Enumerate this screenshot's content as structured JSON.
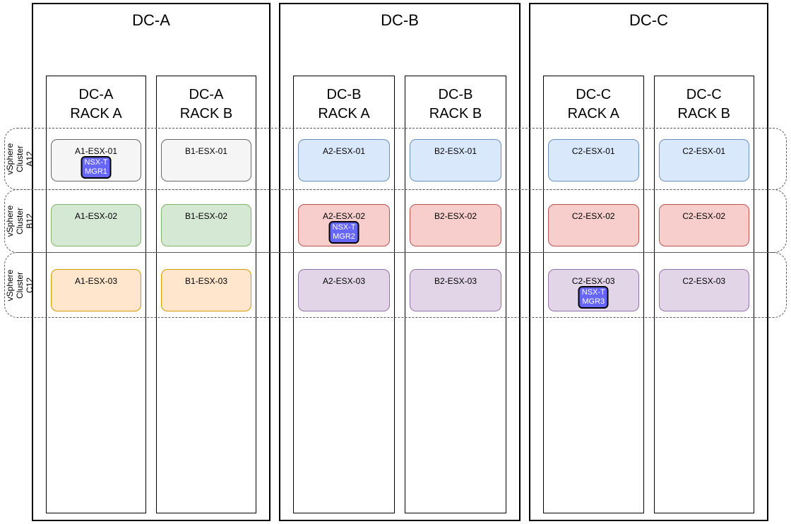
{
  "palette": {
    "host_gray": {
      "fill": "#F5F5F5",
      "stroke": "#666666"
    },
    "host_green": {
      "fill": "#D5E8D4",
      "stroke": "#82B366"
    },
    "host_orange": {
      "fill": "#FFE6CC",
      "stroke": "#D79B00"
    },
    "host_blue": {
      "fill": "#DAE8FC",
      "stroke": "#6C8EBF"
    },
    "host_red": {
      "fill": "#F8CECC",
      "stroke": "#B85450"
    },
    "host_purple": {
      "fill": "#E1D5E7",
      "stroke": "#9673A6"
    },
    "badge_fill": "#6666FF",
    "badge_text_color": "#FFFFFF",
    "line_color": "#000000"
  },
  "clusters": [
    {
      "line1": "vSphere",
      "line2": "Cluster",
      "line3": "A12"
    },
    {
      "line1": "vSphere",
      "line2": "Cluster",
      "line3": "B12"
    },
    {
      "line1": "vSphere",
      "line2": "Cluster",
      "line3": "C12"
    }
  ],
  "dcs": [
    {
      "title": "DC-A",
      "racks": [
        {
          "title_line1": "DC-A",
          "title_line2": "RACK A",
          "hosts": [
            {
              "label": "A1-ESX-01",
              "color": "gray",
              "badge": {
                "line1": "NSX-T",
                "line2": "MGR1"
              }
            },
            {
              "label": "A1-ESX-02",
              "color": "green"
            },
            {
              "label": "A1-ESX-03",
              "color": "orange"
            }
          ]
        },
        {
          "title_line1": "DC-A",
          "title_line2": "RACK B",
          "hosts": [
            {
              "label": "B1-ESX-01",
              "color": "gray"
            },
            {
              "label": "B1-ESX-02",
              "color": "green"
            },
            {
              "label": "B1-ESX-03",
              "color": "orange"
            }
          ]
        }
      ]
    },
    {
      "title": "DC-B",
      "racks": [
        {
          "title_line1": "DC-B",
          "title_line2": "RACK A",
          "hosts": [
            {
              "label": "A2-ESX-01",
              "color": "blue"
            },
            {
              "label": "A2-ESX-02",
              "color": "red",
              "badge": {
                "line1": "NSX-T",
                "line2": "MGR2"
              }
            },
            {
              "label": "A2-ESX-03",
              "color": "purple"
            }
          ]
        },
        {
          "title_line1": "DC-B",
          "title_line2": "RACK B",
          "hosts": [
            {
              "label": "B2-ESX-01",
              "color": "blue"
            },
            {
              "label": "B2-ESX-02",
              "color": "red"
            },
            {
              "label": "B2-ESX-03",
              "color": "purple"
            }
          ]
        }
      ]
    },
    {
      "title": "DC-C",
      "racks": [
        {
          "title_line1": "DC-C",
          "title_line2": "RACK A",
          "hosts": [
            {
              "label": "C2-ESX-01",
              "color": "blue"
            },
            {
              "label": "C2-ESX-02",
              "color": "red"
            },
            {
              "label": "C2-ESX-03",
              "color": "purple",
              "badge": {
                "line1": "NSX-T",
                "line2": "MGR3"
              }
            }
          ]
        },
        {
          "title_line1": "DC-C",
          "title_line2": "RACK B",
          "hosts": [
            {
              "label": "C2-ESX-01",
              "color": "blue"
            },
            {
              "label": "C2-ESX-02",
              "color": "red"
            },
            {
              "label": "C2-ESX-03",
              "color": "purple"
            }
          ]
        }
      ]
    }
  ]
}
